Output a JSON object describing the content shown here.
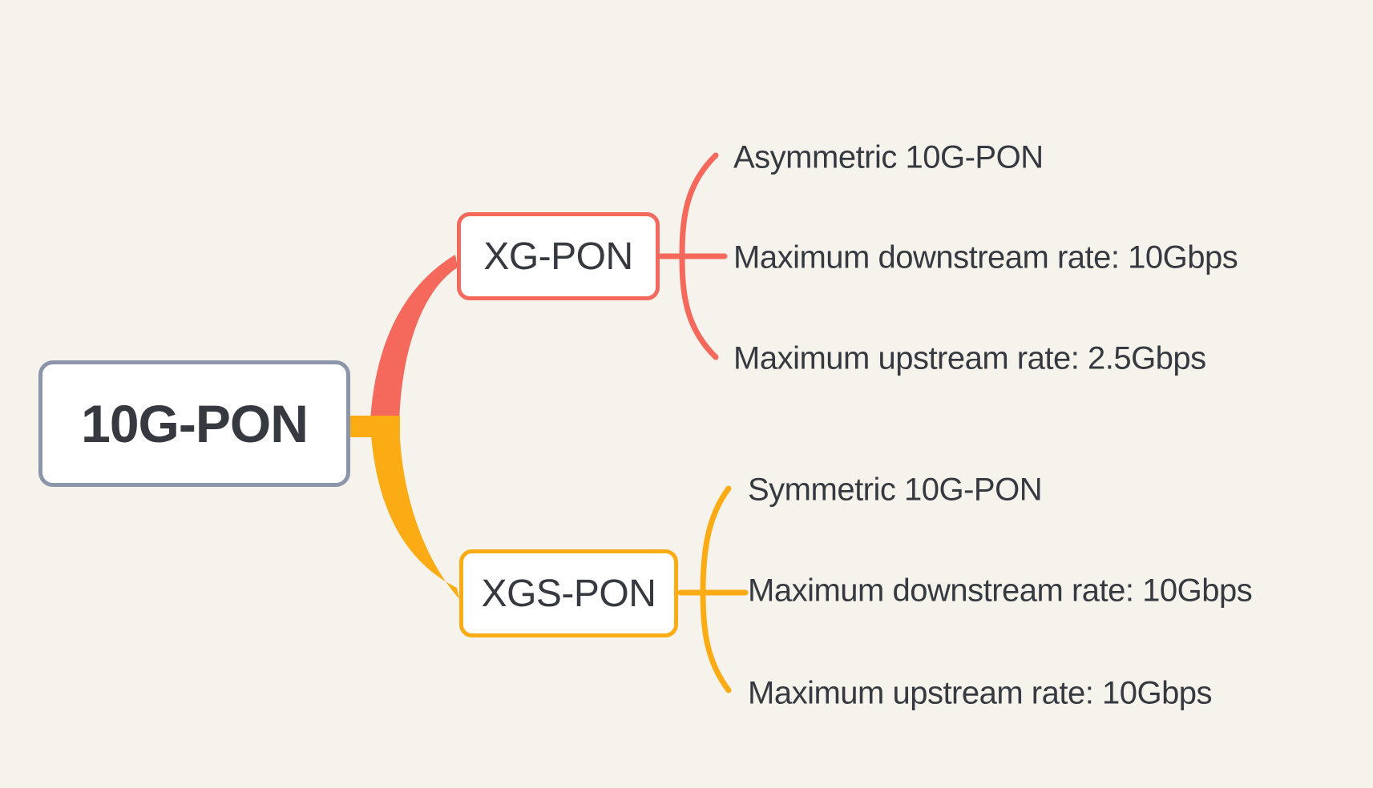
{
  "app": {
    "background_color": "#f5f3ec",
    "node_fill_color": "#ffffff",
    "text_color": "#363a40"
  },
  "root": {
    "label": "10G-PON",
    "border_color": "#8c96aa"
  },
  "branches": [
    {
      "label": "XG-PON",
      "color": "#f4695c",
      "children": [
        "Asymmetric 10G-PON",
        "Maximum downstream rate: 10Gbps",
        "Maximum upstream rate: 2.5Gbps"
      ]
    },
    {
      "label": "XGS-PON",
      "color": "#fbac15",
      "children": [
        "Symmetric 10G-PON",
        "Maximum downstream rate: 10Gbps",
        "Maximum upstream rate: 10Gbps"
      ]
    }
  ]
}
